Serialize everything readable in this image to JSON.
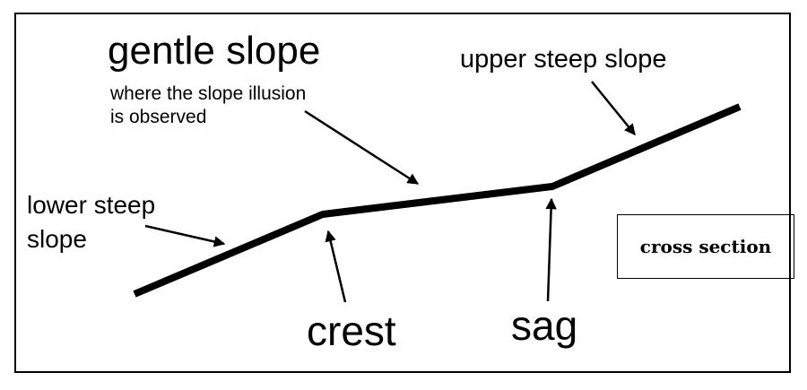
{
  "labels": {
    "gentle_slope": "gentle slope",
    "gentle_slope_note_line1": "where the slope illusion",
    "gentle_slope_note_line2": "is observed",
    "upper_steep_slope": "upper steep slope",
    "lower_steep_slope_line1": "lower steep",
    "lower_steep_slope_line2": "slope",
    "crest": "crest",
    "sag": "sag"
  },
  "legend": {
    "text": "cross section"
  },
  "colors": {
    "line": "#000000",
    "background": "#ffffff"
  }
}
